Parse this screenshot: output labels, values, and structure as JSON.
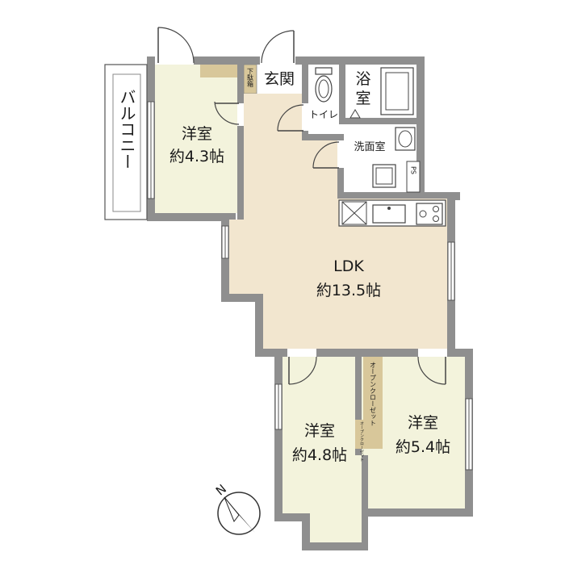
{
  "rooms": {
    "balcony": "バルコニー",
    "western_room_1": {
      "name": "洋室",
      "size": "約4.3帖"
    },
    "entrance": "玄関",
    "shoe_box": "下駄箱",
    "toilet": "トイレ",
    "bath": {
      "line1": "浴",
      "line2": "室"
    },
    "washroom": "洗面室",
    "ps": "PS",
    "ldk": {
      "name": "LDK",
      "size": "約13.5帖"
    },
    "western_room_2": {
      "name": "洋室",
      "size": "約4.8帖"
    },
    "western_room_3": {
      "name": "洋室",
      "size": "約5.4帖"
    },
    "open_closet_1": "オープンクローゼット",
    "open_closet_2": "オープンクローゼット"
  },
  "compass": {
    "label": "N"
  },
  "colors": {
    "wall": "#8f8f8f",
    "room_floor": "#f3f3dc",
    "ldk_floor": "#f2e6cf",
    "wet_area": "#ffffff",
    "closet": "#d8c79a",
    "balcony": "#ffffff"
  }
}
